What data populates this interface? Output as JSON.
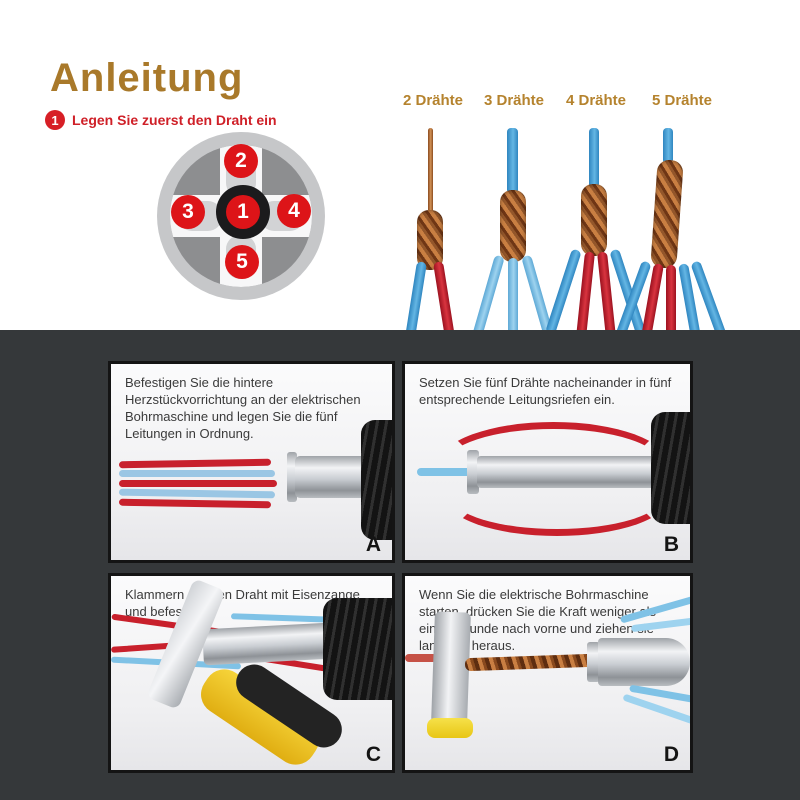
{
  "header": {
    "title": "Anleitung"
  },
  "step1": {
    "number": "1",
    "text": "Legen Sie zuerst den Draht ein"
  },
  "diagram": {
    "slots": [
      "1",
      "2",
      "3",
      "4",
      "5"
    ]
  },
  "wire_guide": {
    "items": [
      {
        "label": "2 Drähte",
        "wires": 2
      },
      {
        "label": "3 Drähte",
        "wires": 3
      },
      {
        "label": "4 Drähte",
        "wires": 4
      },
      {
        "label": "5 Drähte",
        "wires": 5
      }
    ]
  },
  "panels": [
    {
      "letter": "A",
      "text": "Befestigen Sie die hintere Herzstückvorrichtung an der elektrischen Bohrmaschine und legen Sie die fünf Leitungen in Ordnung."
    },
    {
      "letter": "B",
      "text": "Setzen Sie fünf Drähte nacheinander in fünf entsprechende Leitungsriefen ein."
    },
    {
      "letter": "C",
      "text": "Klammern Sie den Draht mit Eisenzange und befestigen"
    },
    {
      "letter": "D",
      "text": "Wenn Sie die elektrische Bohrmaschine starten, drücken Sie die Kraft weniger als eine Sekunde nach vorne und ziehen sie langsam heraus."
    }
  ],
  "colors": {
    "accent_gold": "#a9792a",
    "step_red": "#cf2028",
    "badge_red": "#d71f26",
    "dark_background": "#35383a",
    "wire_blue": "#4aa3d8",
    "wire_light_blue": "#8ec9e8",
    "wire_red": "#c8202c",
    "copper": "#b26a32"
  }
}
